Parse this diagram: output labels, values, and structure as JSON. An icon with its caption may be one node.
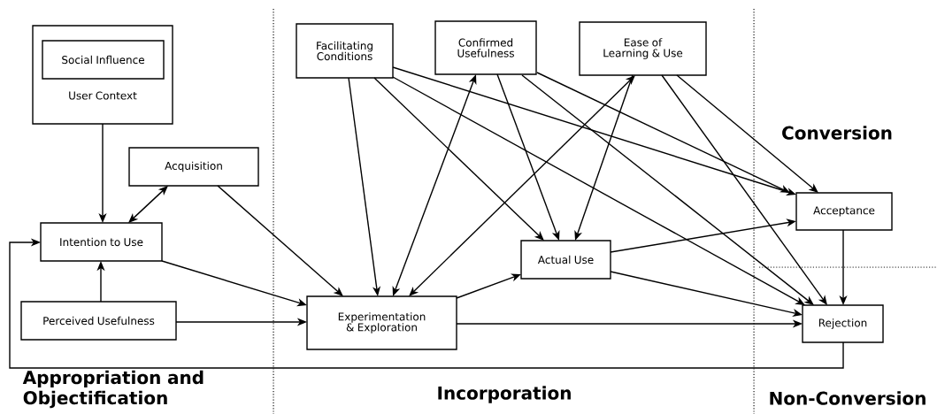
{
  "diagram": {
    "nodes": [
      {
        "text": [
          "User Context"
        ]
      },
      {
        "text": [
          "Social Influence"
        ],
        "in": 0
      },
      {
        "text": [
          "Acquisition"
        ]
      },
      {
        "text": [
          "Intention to Use"
        ]
      },
      {
        "text": [
          "Perceived Usefulness"
        ]
      },
      {
        "text": [
          "Facilitating Conditions"
        ]
      },
      {
        "text": [
          "Confirmed Usefulness"
        ]
      },
      {
        "text": [
          "Ease of Learning & Use"
        ]
      },
      {
        "text": [
          "Experimentation & Exploration"
        ]
      },
      {
        "text": [
          "Actual Use"
        ]
      },
      {
        "text": [
          "Acceptance"
        ]
      },
      {
        "text": [
          "Rejection"
        ]
      }
    ],
    "edges": [
      {
        "from": 0,
        "to": 3,
        "arrow": "to"
      },
      {
        "from": 2,
        "to": 3,
        "arrow": "both"
      },
      {
        "from": 2,
        "to": 8,
        "arrow": "to"
      },
      {
        "from": 3,
        "to": 8,
        "arrow": "to"
      },
      {
        "from": 4,
        "to": 3,
        "arrow": "to"
      },
      {
        "from": 4,
        "to": 8,
        "arrow": "to"
      },
      {
        "from": 5,
        "to": 8,
        "arrow": "to"
      },
      {
        "from": 5,
        "to": 9,
        "arrow": "to"
      },
      {
        "from": 5,
        "to": 10,
        "arrow": "to"
      },
      {
        "from": 5,
        "to": 11,
        "arrow": "to"
      },
      {
        "from": 6,
        "to": 8,
        "arrow": "both"
      },
      {
        "from": 6,
        "to": 9,
        "arrow": "to"
      },
      {
        "from": 6,
        "to": 10,
        "arrow": "to"
      },
      {
        "from": 6,
        "to": 11,
        "arrow": "to"
      },
      {
        "from": 7,
        "to": 8,
        "arrow": "both"
      },
      {
        "from": 7,
        "to": 9,
        "arrow": "to"
      },
      {
        "from": 7,
        "to": 10,
        "arrow": "to"
      },
      {
        "from": 7,
        "to": 11,
        "arrow": "to"
      },
      {
        "from": 8,
        "to": 9,
        "arrow": "to"
      },
      {
        "from": 8,
        "to": 11,
        "arrow": "to"
      },
      {
        "from": 9,
        "to": 10,
        "arrow": "to"
      },
      {
        "from": 9,
        "to": 11,
        "arrow": "to"
      },
      {
        "from": 10,
        "to": 11,
        "arrow": "to"
      },
      {
        "from": 11,
        "to": 3,
        "arrow": "to"
      }
    ],
    "labels": [
      "Conversion",
      "Appropriation and Objectification",
      "Incorporation",
      "Non-Conversion"
    ]
  }
}
